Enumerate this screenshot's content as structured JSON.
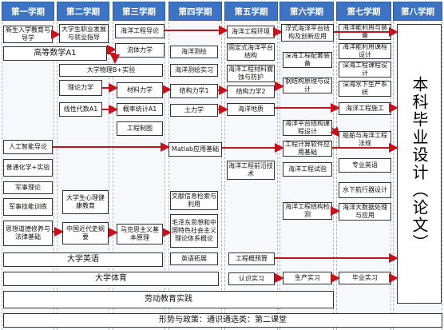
{
  "semesters": [
    "第一学期",
    "第二学期",
    "第三学期",
    "第四学期",
    "第五学期",
    "第六学期",
    "第七学期",
    "第八学期"
  ],
  "courses": {
    "newStudent": "新生入学教育与导学",
    "careerDev": "大学生职业发展与就业指导",
    "advMath": "高等数学A1",
    "physics": "大学物理B+实验",
    "theoMech": "理论力学",
    "linAlgebra": "线性代数A1",
    "aiIntro": "人工智能导论",
    "generalChem": "普通化学+实验",
    "milTheory": "军事理论",
    "milSkills": "军事技能训练",
    "moralLaw": "思想道德修养与法律基础",
    "oceanEngIntro": "海洋工程导论",
    "fluidMech": "流体力学",
    "matMech": "材料力学",
    "probStat": "概率统计A1",
    "engDrawing": "工程制图",
    "marxism": "马克思主义基本原理",
    "psychHealth": "大学生心理健康教育",
    "modernHistory": "中国近代史纲要",
    "oceanSurvey": "海洋测绘",
    "oceanSurveyPractice": "海洋测绘实习",
    "structMech1": "结构力学1",
    "soilMech": "土力学",
    "matlab": "Matlab应用基础",
    "literature": "文献信息检索与利用",
    "maoTheory": "毛泽东思想和中国特色社会主义理论体系概论",
    "englishExt": "英语拓展",
    "oceanEnv": "海洋工程环境",
    "fixedPlatform": "固定式海洋平台结构",
    "corrosion": "海洋工程材料腐蚀与防护",
    "structMech2": "结构力学2",
    "oceanGeology": "海洋地质",
    "frontier": "海洋工程前沿技术",
    "budget": "工程概预算",
    "cognitivePractice": "认识实习",
    "floatingPlatform": "浮式海洋平台结构及创新应用",
    "deepSeaEquip": "深海工程配套装备",
    "steelStruct": "钢结构原理与设计",
    "platformDesign": "海洋平台结构课程设计",
    "compSoftware": "工程计算软件应用基础",
    "oceanEngTest": "海洋工程试验",
    "structDetect": "海洋工程结构检测",
    "productionPractice": "生产实习",
    "oceanEnergy": "海洋能利用与装备",
    "energyDesign": "海洋能利用课程设计",
    "deepSeaDesign": "深海工程课程设计",
    "underwaterSystem": "深海水下生产系统",
    "construction": "海洋工程施工",
    "shipRegs": "船舶与海洋工程法规",
    "proEnglish": "专业英语",
    "underwaterRobot": "水下航行器设计",
    "bigData": "海洋大数据处理与应用",
    "graduationPractice": "毕业实习",
    "collegeEnglish": "大学英语",
    "pe": "大学体育",
    "labor": "劳动教育实践",
    "politics": "形势与政策：通识通选类：第二课堂"
  },
  "thesis": "本科毕业设计（论文）"
}
